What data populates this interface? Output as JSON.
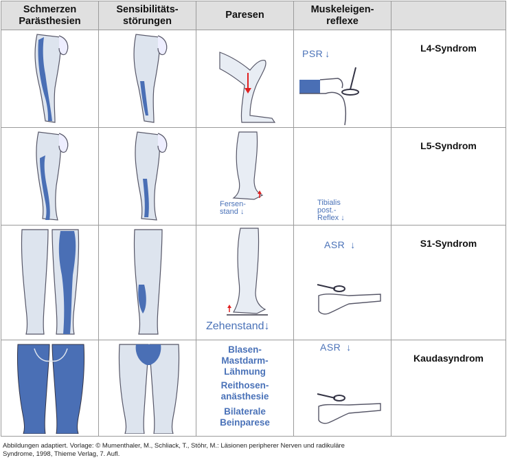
{
  "headers": [
    "Schmerzen Parästhesien",
    "Sensibilitäts-störungen",
    "Paresen",
    "Muskeleigen-reflexe",
    ""
  ],
  "header_lines": {
    "col1": [
      "Schmerzen",
      "Parästhesien"
    ],
    "col2": [
      "Sensibilitäts-",
      "störungen"
    ],
    "col3": [
      "Paresen"
    ],
    "col4": [
      "Muskeleigen-",
      "reflexe"
    ]
  },
  "rows": [
    {
      "syndrome": "L4-Syndrom",
      "reflex": "PSR"
    },
    {
      "syndrome": "L5-Syndrom",
      "paresis_lines": [
        "Fersen-",
        "stand"
      ],
      "reflex_lines": [
        "Tibialis",
        "post.-",
        "Reflex"
      ]
    },
    {
      "syndrome": "S1-Syndrom",
      "paresis": "Zehenstand",
      "reflex": "ASR"
    },
    {
      "syndrome": "Kaudasyndrom",
      "reflex": "ASR",
      "paresis_lines": [
        "Blasen-",
        "Mastdarm-",
        "Lähmung",
        "Reithosen-",
        "anästhesie",
        "Bilaterale",
        "Beinparese"
      ]
    }
  ],
  "footnote": [
    "Abbildungen adaptiert. Vorlage: © Mumenthaler, M., Schliack, T., Stöhr, M.: Läsionen peripherer Nerven und radikuläre",
    "Syndrome, 1998, Thieme Verlag, 7. Aufl."
  ],
  "colors": {
    "shade": "#4a6fb5",
    "red": "#e02020",
    "grey_header": "#e0e0e0"
  }
}
